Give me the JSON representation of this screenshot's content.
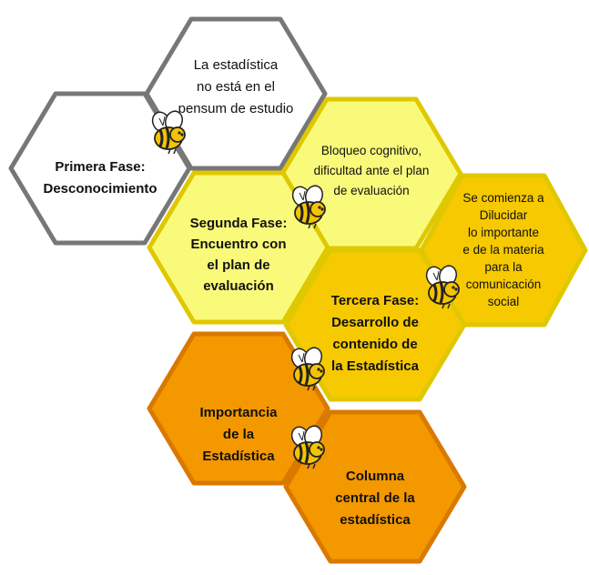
{
  "colors": {
    "white_fill": "#ffffff",
    "light_yellow": "#fafa7a",
    "yellow": "#f4d63a",
    "gold": "#f6c900",
    "orange": "#f49800",
    "orange_dark": "#f39a00",
    "stroke_white": "#777777",
    "stroke_yellow": "#e0c800",
    "stroke_orange": "#d97900",
    "text": "#111111"
  },
  "hexagons": [
    {
      "id": "pensum",
      "style": "white",
      "bold": false,
      "lines": [
        "La estadística",
        "no está en el",
        "pensum de estudio"
      ]
    },
    {
      "id": "primera",
      "style": "white",
      "bold": true,
      "lines": [
        "Primera Fase:",
        "Desconocimiento"
      ]
    },
    {
      "id": "bloqueo",
      "style": "light_yellow",
      "bold": false,
      "lines": [
        "Bloqueo cognitivo,",
        "dificultad  ante el plan",
        "de evaluación"
      ]
    },
    {
      "id": "segunda",
      "style": "light_yellow",
      "bold": true,
      "lines": [
        "Segunda Fase:",
        "Encuentro con",
        "el plan de",
        "evaluación"
      ]
    },
    {
      "id": "dilucidar",
      "style": "gold",
      "bold": false,
      "lines": [
        "Se comienza a",
        "Dilucidar",
        "lo importante",
        "e de la materia",
        "para la",
        "comunicación",
        "social"
      ]
    },
    {
      "id": "tercera",
      "style": "gold",
      "bold": true,
      "lines": [
        "Tercera Fase:",
        "Desarrollo de",
        "contenido de",
        "la Estadística"
      ]
    },
    {
      "id": "importancia",
      "style": "orange",
      "bold": true,
      "lines": [
        "Importancia",
        "de la",
        "Estadística"
      ]
    },
    {
      "id": "columna",
      "style": "orange",
      "bold": true,
      "lines": [
        "Columna",
        "central de la",
        "estadística"
      ]
    }
  ],
  "bees": [
    "bee-icon",
    "bee-icon",
    "bee-icon",
    "bee-icon",
    "bee-icon",
    "bee-icon"
  ]
}
